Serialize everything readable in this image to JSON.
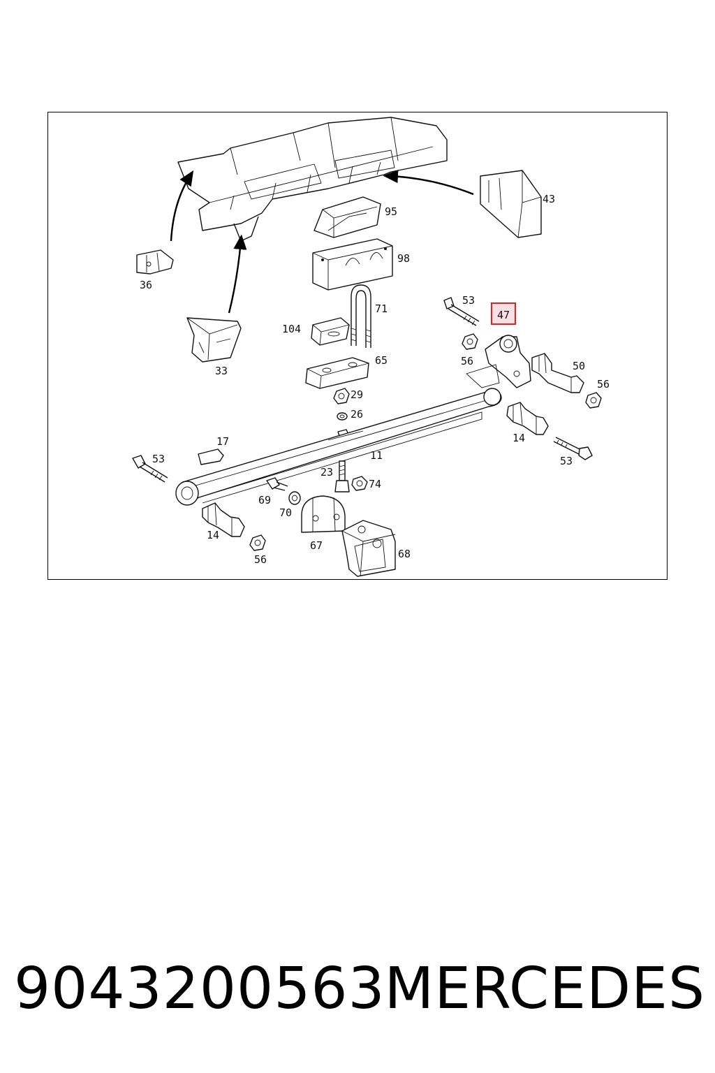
{
  "diagram": {
    "labels": {
      "l95": "95",
      "l98": "98",
      "l43": "43",
      "l36": "36",
      "l33": "33",
      "l71": "71",
      "l104": "104",
      "l65": "65",
      "l53a": "53",
      "l47": "47",
      "l56a": "56",
      "l50": "50",
      "l56b": "56",
      "l29": "29",
      "l26": "26",
      "l14a": "14",
      "l53b": "53",
      "l17": "17",
      "l53c": "53",
      "l11": "11",
      "l23": "23",
      "l74": "74",
      "l69": "69",
      "l70": "70",
      "l14b": "14",
      "l56c": "56",
      "l67": "67",
      "l68": "68"
    },
    "highlighted_part": "47",
    "highlight_color": "#dd2222"
  },
  "footer": {
    "part_number": "9043200563",
    "brand": "MERCEDES"
  }
}
